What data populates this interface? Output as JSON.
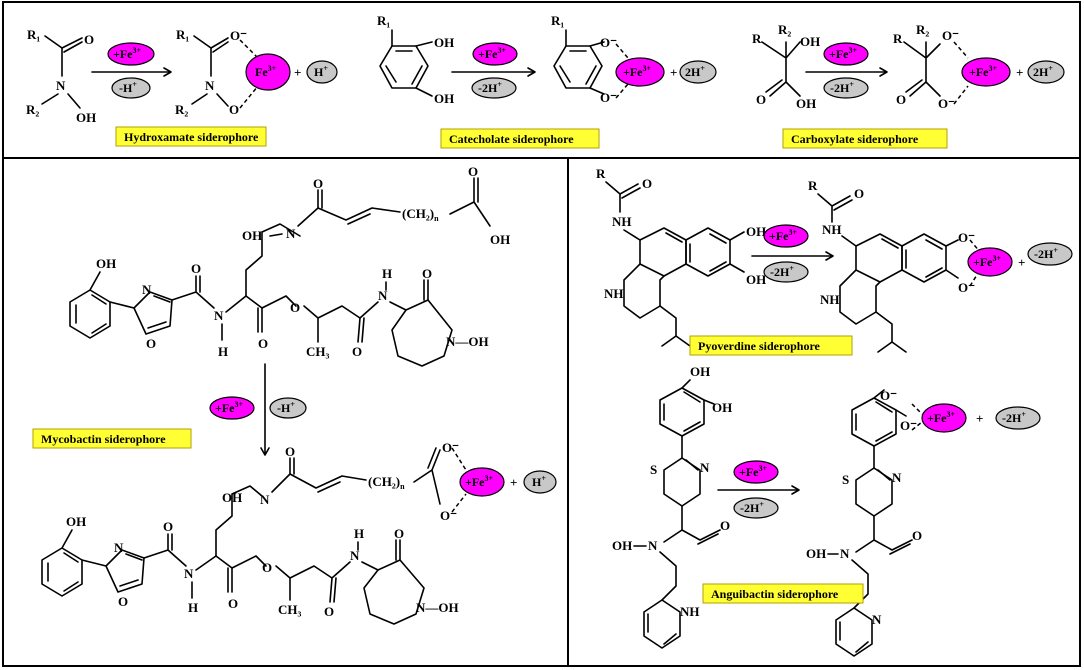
{
  "colors": {
    "fe_oval": "#ff00ff",
    "proton_oval": "#c8c8c8",
    "caption_bg": "#ffff33",
    "line": "#000000"
  },
  "captions": {
    "hydroxamate": "Hydroxamate siderophore",
    "catecholate": "Catecholate siderophore",
    "carboxylate": "Carboxylate siderophore",
    "mycobactin": "Mycobactin siderophore",
    "pyoverdine": "Pyoverdine siderophore",
    "anguibactin": "Anguibactin siderophore"
  },
  "reagents": {
    "fe_plus": "+Fe",
    "fe_sup": "3+",
    "fe_product": "Fe",
    "minus_h": "-H",
    "minus_2h": "-2H",
    "h": "H",
    "two_h": "2H",
    "plus_sign": "+",
    "h_sup": "+"
  },
  "atoms": {
    "r": "R",
    "r1": "R₁",
    "r2": "R₂",
    "o": "O",
    "o_minus": "O⁻",
    "oh": "OH",
    "n": "N",
    "nh": "NH",
    "h": "H",
    "s": "S",
    "ch3": "CH₃",
    "chain": "(CH₂)",
    "chain_n": "n",
    "oh_n": "OH",
    "n_oh": "N—OH",
    "hn_oh": "N—OH"
  }
}
